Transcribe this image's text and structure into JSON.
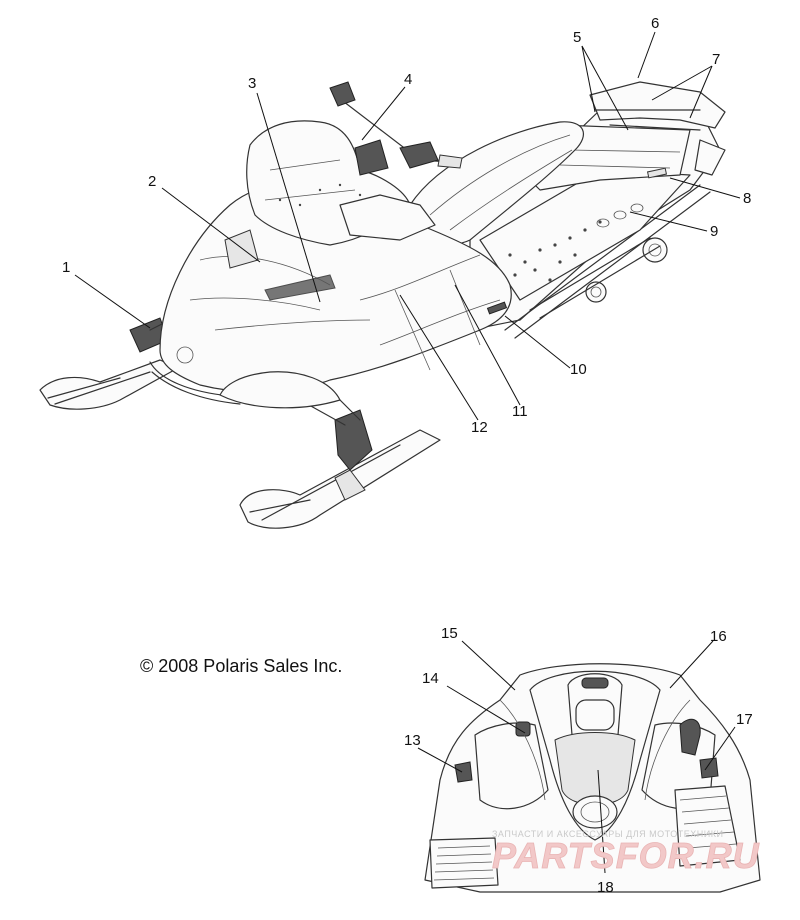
{
  "copyright": "© 2008 Polaris Sales Inc.",
  "watermark": {
    "tagline": "ЗАПЧАСТИ И АКСЕССУАРЫ ДЛЯ МОТОТЕХНИКИ",
    "brand": "PARTSFOR.RU",
    "color": "#f2c8c8"
  },
  "callouts": [
    {
      "id": "1",
      "label": "1"
    },
    {
      "id": "2",
      "label": "2"
    },
    {
      "id": "3",
      "label": "3"
    },
    {
      "id": "4",
      "label": "4"
    },
    {
      "id": "5",
      "label": "5"
    },
    {
      "id": "6",
      "label": "6"
    },
    {
      "id": "7",
      "label": "7"
    },
    {
      "id": "8",
      "label": "8"
    },
    {
      "id": "9",
      "label": "9"
    },
    {
      "id": "10",
      "label": "10"
    },
    {
      "id": "11",
      "label": "11"
    },
    {
      "id": "12",
      "label": "12"
    },
    {
      "id": "13",
      "label": "13"
    },
    {
      "id": "14",
      "label": "14"
    },
    {
      "id": "15",
      "label": "15"
    },
    {
      "id": "16",
      "label": "16"
    },
    {
      "id": "17",
      "label": "17"
    },
    {
      "id": "18",
      "label": "18"
    }
  ]
}
